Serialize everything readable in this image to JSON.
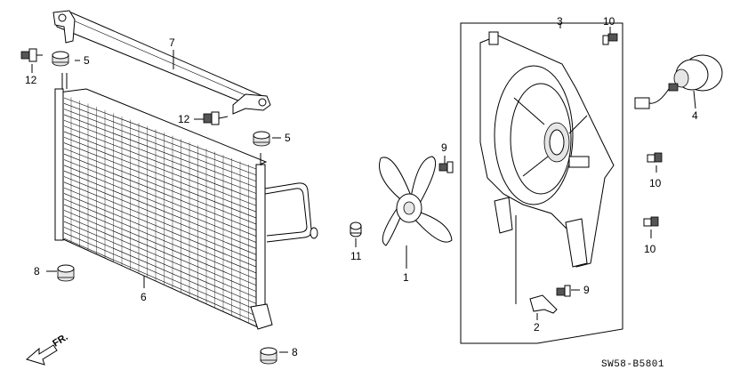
{
  "diagram": {
    "callouts": [
      {
        "id": "c1",
        "text": "1"
      },
      {
        "id": "c2",
        "text": "2"
      },
      {
        "id": "c3",
        "text": "3"
      },
      {
        "id": "c4",
        "text": "4"
      },
      {
        "id": "c5a",
        "text": "5"
      },
      {
        "id": "c5b",
        "text": "5"
      },
      {
        "id": "c6",
        "text": "6"
      },
      {
        "id": "c7",
        "text": "7"
      },
      {
        "id": "c8a",
        "text": "8"
      },
      {
        "id": "c8b",
        "text": "8"
      },
      {
        "id": "c9a",
        "text": "9"
      },
      {
        "id": "c9b",
        "text": "9"
      },
      {
        "id": "c10a",
        "text": "10"
      },
      {
        "id": "c10b",
        "text": "10"
      },
      {
        "id": "c10c",
        "text": "10"
      },
      {
        "id": "c11",
        "text": "11"
      },
      {
        "id": "c12a",
        "text": "12"
      },
      {
        "id": "c12b",
        "text": "12"
      }
    ],
    "direction_label": "FR.",
    "diagram_code": "SW58-B5801"
  }
}
